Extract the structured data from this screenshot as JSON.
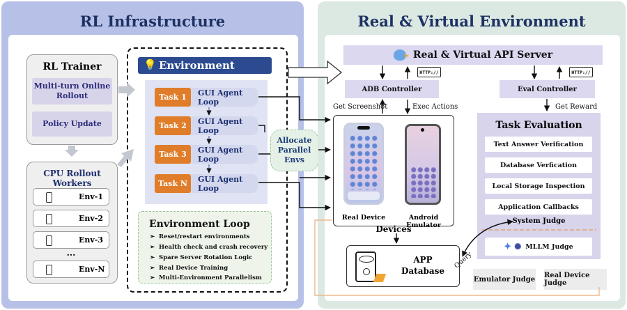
{
  "left_panel": {
    "title": "RL Infrastructure",
    "rl_trainer": {
      "title": "RL Trainer",
      "step1": "Multi-turn Online Rollout",
      "step2": "Policy Update"
    },
    "cpu_workers": {
      "title": "CPU Rollout Workers",
      "envs": [
        "Env-1",
        "Env-2",
        "Env-3",
        "Env-N"
      ],
      "ellipsis": "..."
    },
    "environment_manager": {
      "title": "Environment Manager",
      "tasks": [
        {
          "task": "Task 1",
          "loop": "GUI Agent Loop"
        },
        {
          "task": "Task 2",
          "loop": "GUI Agent Loop"
        },
        {
          "task": "Task 3",
          "loop": "GUI Agent Loop"
        },
        {
          "task": "Task N",
          "loop": "GUI Agent Loop"
        }
      ]
    },
    "environment_loop": {
      "title": "Environment Loop",
      "items": [
        "Reset/restart environments",
        "Health check and crash recovery",
        "Spare Server Rotation Logic",
        "Real Device Training",
        "Multi-Environment Parallelism"
      ]
    },
    "allocate": "Allocate Parallel Envs"
  },
  "right_panel": {
    "title": "Real & Virtual Environment",
    "api_server": "Real & Virtual API Server",
    "http_label": "HTTP://",
    "adb_controller": "ADB Controller",
    "eval_controller": "Eval Controller",
    "get_screenshot": "Get Screenshot",
    "exec_actions": "Exec Actions",
    "get_reward": "Get Reward",
    "real_device": "Real Device",
    "android_emulator": "Android Emulator",
    "devices": "Devices",
    "app_database": "APP Database",
    "query": "Query",
    "task_evaluation": {
      "title": "Task Evaluation",
      "items": [
        "Text Answer Verification",
        "Database Verfication",
        "Local Storage Inspection",
        "Application Callbacks"
      ],
      "system_judge": "System Judge",
      "mllm_judge": "MLLM Judge"
    },
    "emulator_judge": "Emulator Judge",
    "real_device_judge": "Real Device Judge"
  }
}
